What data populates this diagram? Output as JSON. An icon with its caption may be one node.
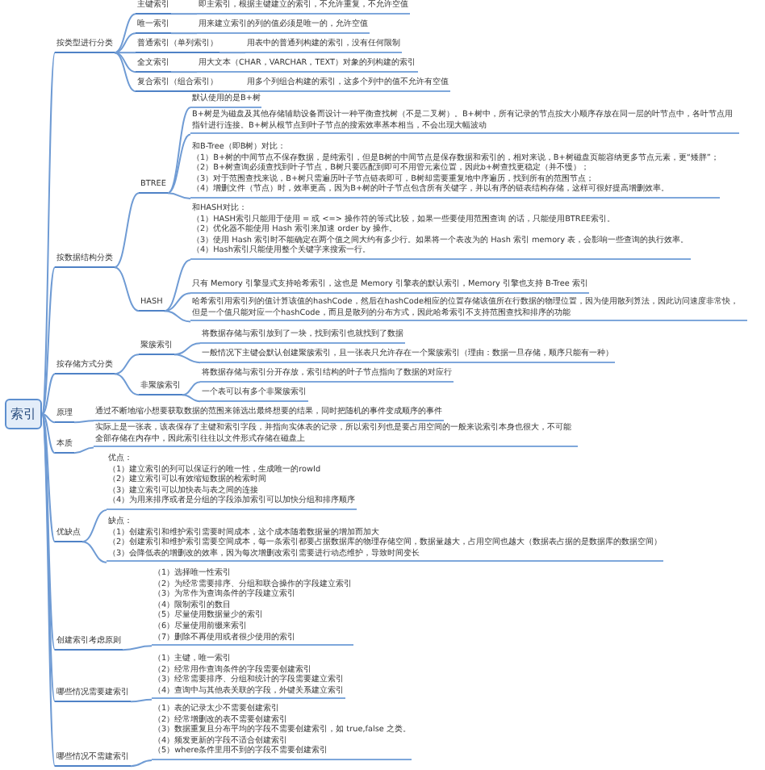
{
  "diagram": {
    "nodes": [
      {
        "text": [
          "索引"
        ]
      },
      {
        "text": [
          "按类型进行分类"
        ]
      },
      {
        "text": [
          "主键索引"
        ]
      },
      {
        "text": [
          "即主索引，根据主键建立的索引，不允许重复，不允许空值"
        ]
      },
      {
        "text": [
          "唯一索引"
        ]
      },
      {
        "text": [
          "用来建立索引的列的值必须是唯一的，允许空值"
        ]
      },
      {
        "text": [
          "普通索引（单列索引）"
        ]
      },
      {
        "text": [
          "用表中的普通列构建的索引，没有任何限制"
        ]
      },
      {
        "text": [
          "全文索引"
        ]
      },
      {
        "text": [
          "用大文本（CHAR，VARCHAR，TEXT）对象的列构建的索引"
        ]
      },
      {
        "text": [
          "复合索引（组合索引）"
        ]
      },
      {
        "text": [
          "用多个列组合构建的索引，这多个列中的值不允许有空值"
        ]
      },
      {
        "text": [
          "按数据结构分类"
        ]
      },
      {
        "text": [
          "BTREE"
        ]
      },
      {
        "text": [
          "默认使用的是B+树"
        ]
      },
      {
        "text": [
          "B+树是为磁盘及其他存储辅助设备而设计一种平衡查找树（不是二叉树）。B+树中，所有记录的节点按大小顺序存放在同一层的叶节点中，各叶节点用指针进行连接。B+树从根节点到叶子节点的搜索效率基本相当，不会出现大幅波动"
        ]
      },
      {
        "text": [
          "和B-Tree（即B树）对比：",
          "（1）B+树的中间节点不保存数据，是纯索引，但是B树的中间节点是保存数据和索引的，相对来说，B+树磁盘页能容纳更多节点元素，更“矮胖”；",
          "（2）B+树查询必须查找到叶子节点，B树只要匹配到即可不用管元素位置，因此b+树查找更稳定（并不慢）；",
          "（3）对于范围查找来说，B+树只需遍历叶子节点链表即可，B树却需要重复地中序遍历，找到所有的范围节点；",
          "（4）增删文件（节点）时，效率更高，因为B+树的叶子节点包含所有关键字，并以有序的链表结构存储，这样可很好提高增删效率。"
        ]
      },
      {
        "text": [
          "HASH"
        ]
      },
      {
        "text": [
          "和HASH对比：",
          "（1）HASH索引只能用于使用 = 或 <=> 操作符的等式比较，如果一些要使用范围查询 的话，只能使用BTREE索引。",
          "（2）优化器不能使用 Hash 索引来加速 order by 操作。",
          "（3）使用 Hash 索引时不能确定在两个值之间大约有多少行。如果将一个表改为的 Hash 索引 memory 表，会影响一些查询的执行效率。",
          "（4）Hash索引只能使用整个关键字来搜索一行。"
        ]
      },
      {
        "text": [
          "只有 Memory 引擎显式支持哈希索引，这也是 Memory 引擎表的默认索引，Memory 引擎也支持 B-Tree 索引"
        ]
      },
      {
        "text": [
          "哈希索引用索引列的值计算该值的hashCode，然后在hashCode相应的位置存储该值所在行数据的物理位置，因为使用散列算法，因此访问速度非常快，但是一个值只能对应一个hashCode，而且是散列的分布方式，因此哈希索引不支持范围查找和排序的功能"
        ]
      },
      {
        "text": [
          "按存储方式分类"
        ]
      },
      {
        "text": [
          "聚簇索引"
        ]
      },
      {
        "text": [
          "将数据存储与索引放到了一块，找到索引也就找到了数据"
        ]
      },
      {
        "text": [
          "一般情况下主键会默认创建聚簇索引，且一张表只允许存在一个聚簇索引（理由：数据一旦存储，顺序只能有一种）"
        ]
      },
      {
        "text": [
          "非聚簇索引"
        ]
      },
      {
        "text": [
          "将数据存储与索引分开存放，索引结构的叶子节点指向了数据的对应行"
        ]
      },
      {
        "text": [
          "一个表可以有多个非聚簇索引"
        ]
      },
      {
        "text": [
          "原理"
        ]
      },
      {
        "text": [
          "通过不断地缩小想要获取数据的范围来筛选出最终想要的结果，同时把随机的事件变成顺序的事件"
        ]
      },
      {
        "text": [
          "本质"
        ]
      },
      {
        "text": [
          "实际上是一张表，该表保存了主键和索引字段，并指向实体表的记录，所以索引列也是要占用空间的一般来说索引本身也很大，不可能全部存储在内存中，因此索引往往以文件形式存储在磁盘上"
        ]
      },
      {
        "text": [
          "优缺点"
        ]
      },
      {
        "text": [
          "优点：",
          "（1）建立索引的列可以保证行的唯一性，生成唯一的rowId",
          "（2）建立索引可以有效缩短数据的检索时间",
          "（3）建立索引可以加快表与表之间的连接",
          "（4）为用来排序或者是分组的字段添加索引可以加快分组和排序顺序"
        ]
      },
      {
        "text": [
          "缺点：",
          "（1）创建索引和维护索引需要时间成本，这个成本随着数据量的增加而加大",
          "（2）创建索引和维护索引需要空间成本，每一条索引都要占据数据库的物理存储空间，数据量越大，占用空间也越大（数据表占据的是数据库的数据空间）",
          "（3）会降低表的增删改的效率，因为每次增删改索引需要进行动态维护，导致时间变长"
        ]
      },
      {
        "text": [
          "创建索引考虑原则"
        ]
      },
      {
        "text": [
          "（1）选择唯一性索引",
          "（2）为经常需要排序、分组和联合操作的字段建立索引",
          "（3）为常作为查询条件的字段建立索引",
          "（4）限制索引的数目",
          "（5）尽量使用数据量少的索引",
          "（6）尽量使用前缀来索引",
          "（7）删除不再使用或者很少使用的索引"
        ]
      },
      {
        "text": [
          "哪些情况需要建索引"
        ]
      },
      {
        "text": [
          "（1）主键，唯一索引",
          "（2）经常用作查询条件的字段需要创建索引",
          "（3）经常需要排序、分组和统计的字段需要建立索引",
          "（4）查询中与其他表关联的字段，外键关系建立索引"
        ]
      },
      {
        "text": [
          "哪些情况不需建索引"
        ]
      },
      {
        "text": [
          "（1）表的记录太少不需要创建索引",
          "（2）经常增删改的表不需要创建索引",
          "（3）数据重复且分布平均的字段不需要创建索引，如 true,false 之类。",
          "（4）频发更新的字段不适合创建索引",
          "（5）where条件里用不到的字段不需要创建索引"
        ]
      }
    ],
    "edges": [
      {
        "from": 0,
        "to": 1,
        "arrow": "none"
      },
      {
        "from": 1,
        "to": 2,
        "arrow": "none"
      },
      {
        "from": 2,
        "to": 3,
        "arrow": "none"
      },
      {
        "from": 1,
        "to": 4,
        "arrow": "none"
      },
      {
        "from": 4,
        "to": 5,
        "arrow": "none"
      },
      {
        "from": 1,
        "to": 6,
        "arrow": "none"
      },
      {
        "from": 6,
        "to": 7,
        "arrow": "none"
      },
      {
        "from": 1,
        "to": 8,
        "arrow": "none"
      },
      {
        "from": 8,
        "to": 9,
        "arrow": "none"
      },
      {
        "from": 1,
        "to": 10,
        "arrow": "none"
      },
      {
        "from": 10,
        "to": 11,
        "arrow": "none"
      },
      {
        "from": 0,
        "to": 12,
        "arrow": "none"
      },
      {
        "from": 12,
        "to": 13,
        "arrow": "none"
      },
      {
        "from": 13,
        "to": 14,
        "arrow": "none"
      },
      {
        "from": 13,
        "to": 15,
        "arrow": "none"
      },
      {
        "from": 13,
        "to": 16,
        "arrow": "none"
      },
      {
        "from": 12,
        "to": 17,
        "arrow": "none"
      },
      {
        "from": 17,
        "to": 18,
        "arrow": "none"
      },
      {
        "from": 17,
        "to": 19,
        "arrow": "none"
      },
      {
        "from": 17,
        "to": 20,
        "arrow": "none"
      },
      {
        "from": 0,
        "to": 21,
        "arrow": "none"
      },
      {
        "from": 21,
        "to": 22,
        "arrow": "none"
      },
      {
        "from": 22,
        "to": 23,
        "arrow": "none"
      },
      {
        "from": 22,
        "to": 24,
        "arrow": "none"
      },
      {
        "from": 21,
        "to": 25,
        "arrow": "none"
      },
      {
        "from": 25,
        "to": 26,
        "arrow": "none"
      },
      {
        "from": 25,
        "to": 27,
        "arrow": "none"
      },
      {
        "from": 0,
        "to": 28,
        "arrow": "none"
      },
      {
        "from": 28,
        "to": 29,
        "arrow": "none"
      },
      {
        "from": 0,
        "to": 30,
        "arrow": "none"
      },
      {
        "from": 30,
        "to": 31,
        "arrow": "none"
      },
      {
        "from": 0,
        "to": 32,
        "arrow": "none"
      },
      {
        "from": 32,
        "to": 33,
        "arrow": "none"
      },
      {
        "from": 32,
        "to": 34,
        "arrow": "none"
      },
      {
        "from": 0,
        "to": 35,
        "arrow": "none"
      },
      {
        "from": 35,
        "to": 36,
        "arrow": "none"
      },
      {
        "from": 0,
        "to": 37,
        "arrow": "none"
      },
      {
        "from": 37,
        "to": 38,
        "arrow": "none"
      },
      {
        "from": 0,
        "to": 39,
        "arrow": "none"
      },
      {
        "from": 39,
        "to": 40,
        "arrow": "none"
      }
    ]
  }
}
